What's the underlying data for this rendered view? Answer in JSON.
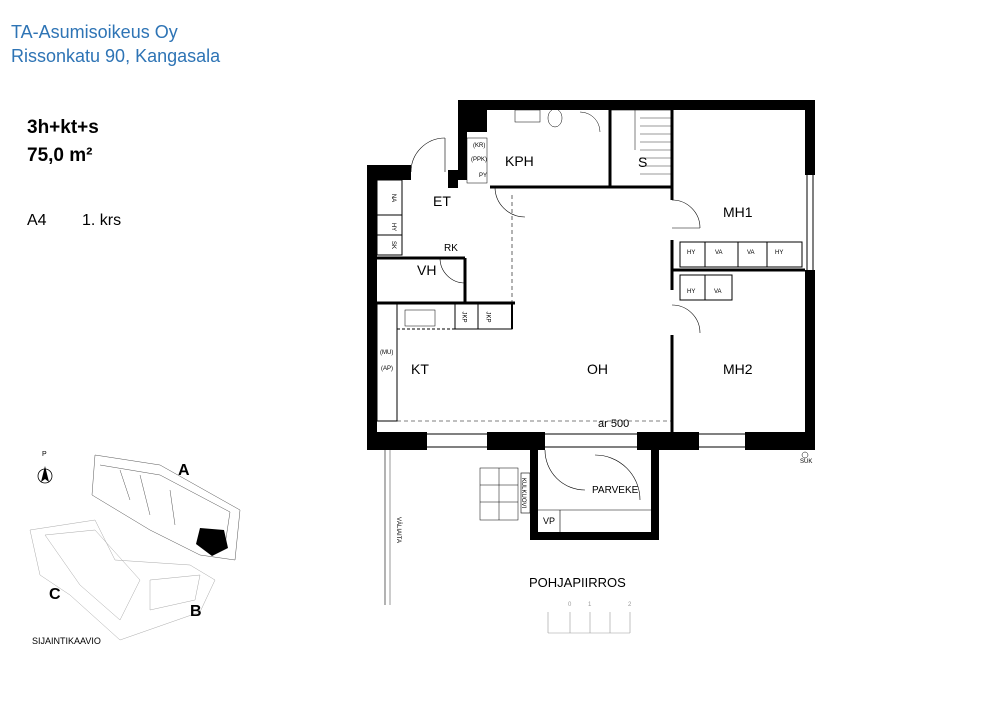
{
  "header": {
    "company": "TA-Asumisoikeus Oy",
    "address": "Rissonkatu 90, Kangasala"
  },
  "apartment": {
    "type": "3h+kt+s",
    "area": "75,0 m²",
    "code": "A4",
    "floor": "1. krs"
  },
  "rooms": {
    "kph": "KPH",
    "s": "S",
    "mh1": "MH1",
    "et": "ET",
    "rk": "RK",
    "vh": "VH",
    "kt": "KT",
    "oh": "OH",
    "mh2": "MH2",
    "parveke": "PARVEKE",
    "vp": "VP"
  },
  "fixtures": {
    "kr": "(KR)",
    "ppk": "(PPK)",
    "py": "PY",
    "na": "NA",
    "hy": "HY",
    "sk": "SK",
    "va": "VA",
    "mu": "(MU)",
    "ap": "(AP)",
    "jkp": "JKP",
    "kulkuovi": "KULKUOVI",
    "valiaita": "VÄLIAITA",
    "suk": "SUK",
    "ar500": "ar 500"
  },
  "plan_title": "POHJAPIIRROS",
  "site": {
    "north": "P",
    "block_a": "A",
    "block_b": "B",
    "block_c": "C",
    "caption": "SIJAINTIKAAVIO"
  },
  "scale": {
    "ticks": [
      "0",
      "1",
      "2"
    ]
  }
}
